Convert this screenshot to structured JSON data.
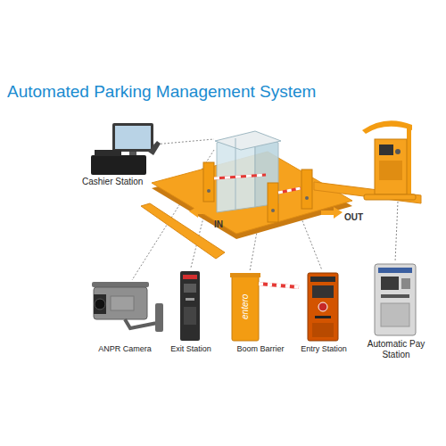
{
  "diagram": {
    "title": "Automated Parking Management System",
    "labels": [
      "Cashier Station",
      "IN",
      "OUT",
      "ANPR Camera",
      "Exit Station",
      "entero",
      "Boom Barrier",
      "Entry Station",
      "Automatic Pay Station"
    ]
  }
}
